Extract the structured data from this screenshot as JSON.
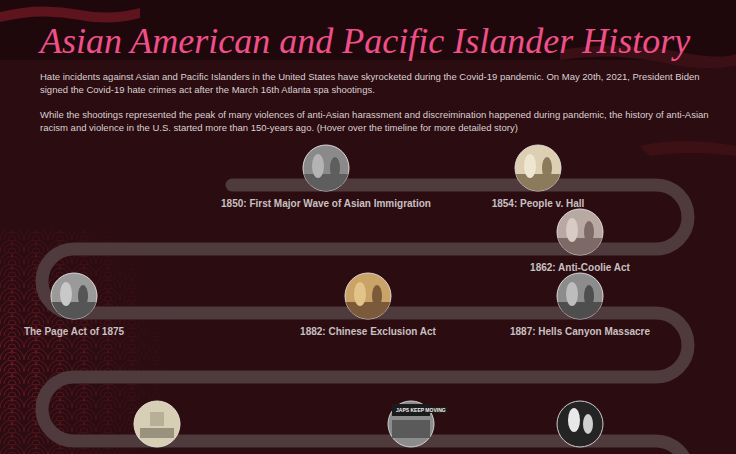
{
  "diagram": {
    "title": "Asian American and Pacific Islander History",
    "nodes": [
      {
        "text": [
          "1850: First Major Wave of Asian Immigration"
        ]
      },
      {
        "text": [
          "1854: People v. Hall"
        ]
      },
      {
        "text": [
          "1862: Anti-Coolie Act"
        ]
      },
      {
        "text": [
          "The Page Act of 1875"
        ]
      },
      {
        "text": [
          "1882: Chinese Exclusion Act"
        ]
      },
      {
        "text": [
          "1887: Hells Canyon Massacre"
        ]
      }
    ],
    "labels": [
      "Hate incidents against Asian and Pacific Islanders in the United States have skyrocketed during the Covid-19 pandemic. On May 20th, 2021, President Biden signed the Covid-19 hate crimes act after the March 16th Atlanta spa shootings.",
      "While the shootings represented the peak of many violences of anti-Asian harassment and discreimination happened during pandemic, the history of anti-Asian racism and violence in the U.S. started more than 150-years ago.  (Hover over the timeline for more detailed story)",
      "JAPS KEEP MOVING"
    ]
  }
}
